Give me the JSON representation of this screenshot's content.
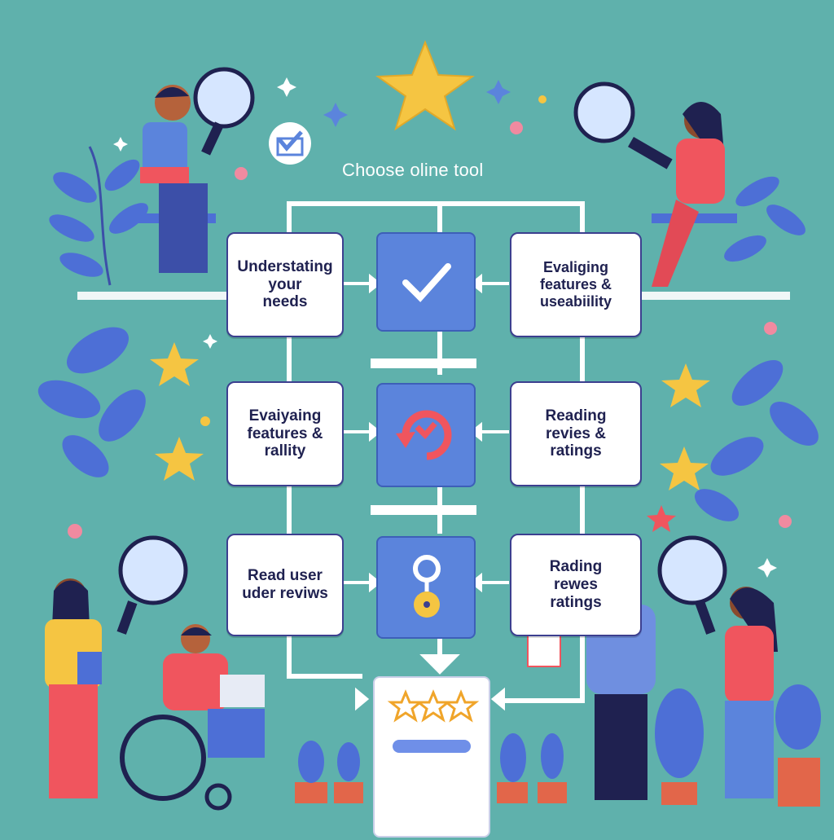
{
  "title": "Choose oline tool",
  "steps": [
    {
      "label": "Understating\nyour\nneeds",
      "side": "left"
    },
    {
      "label": "Evaliging\nfeatures &\nuseabiility",
      "side": "right"
    },
    {
      "label": "Evaiyaing\nfeatures &\nrallity",
      "side": "left"
    },
    {
      "label": "Reading\nrevies &\nratings",
      "side": "right"
    },
    {
      "label": "Read user\nuder reviws",
      "side": "left"
    },
    {
      "label": "Rading\nrewes\nratings",
      "side": "right"
    }
  ],
  "icons": {
    "center_1": "checkmark-icon",
    "center_2": "refresh-arrow-icon",
    "center_3": "search-node-icon",
    "top_badge": "check-badge-icon",
    "top_star": "star-icon",
    "result": "three-star-rating-icon"
  },
  "colors": {
    "background": "#5fb1ac",
    "accent_blue": "#5b84dc",
    "star": "#f5c542",
    "people_red": "#f0555e",
    "leaf": "#4d6fd6"
  }
}
